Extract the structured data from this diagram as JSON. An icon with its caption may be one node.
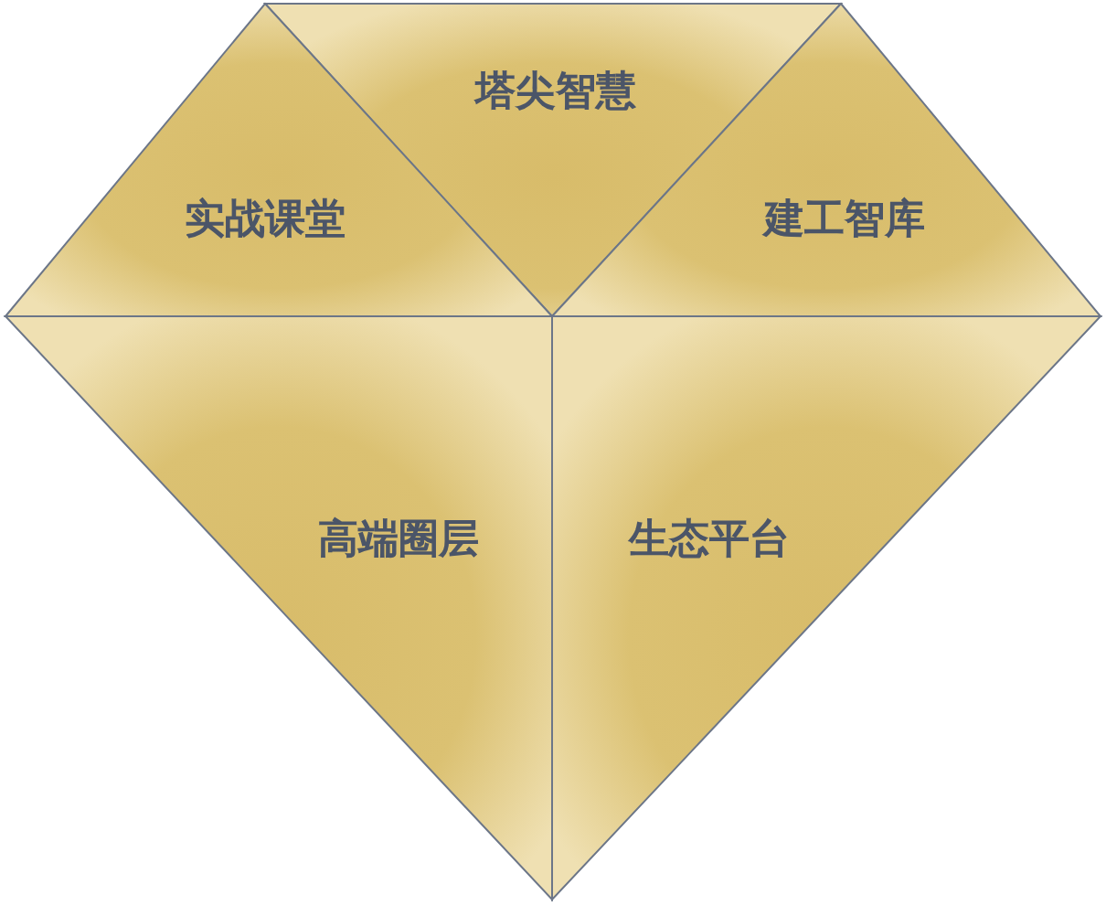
{
  "diagram": {
    "nodes": [
      {
        "text": [
          "塔尖智慧"
        ]
      },
      {
        "text": [
          "实战课堂"
        ]
      },
      {
        "text": [
          "建工智库"
        ]
      },
      {
        "text": [
          "高端圈层"
        ]
      },
      {
        "text": [
          "生态平台"
        ]
      }
    ]
  }
}
